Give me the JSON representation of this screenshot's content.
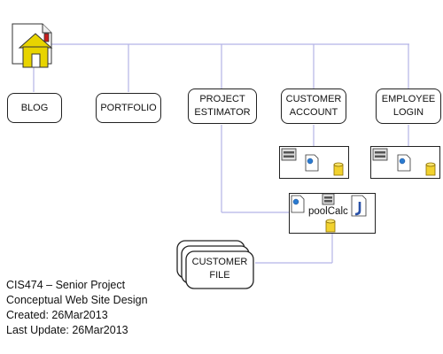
{
  "nodes": {
    "blog": "BLOG",
    "portfolio": "PORTFOLIO",
    "project_estimator": [
      "PROJECT",
      "ESTIMATOR"
    ],
    "customer_account": [
      "CUSTOMER",
      "ACCOUNT"
    ],
    "employee_login": [
      "EMPLOYEE",
      "LOGIN"
    ],
    "pool_calc": "poolCalc",
    "customer_file": [
      "CUSTOMER",
      "FILE"
    ]
  },
  "caption": {
    "line1": "CIS474 – Senior Project",
    "line2": "Conceptual Web Site Design",
    "line3": "Created: 26Mar2013",
    "line4": "Last Update: 26Mar2013"
  },
  "colors": {
    "connector": "#b4b4e6",
    "house_roof": "#e8d400",
    "house_chimney": "#c81e1e",
    "database": "#f2d22e"
  },
  "icons": [
    "home-icon",
    "server-icon",
    "web-page-icon",
    "database-icon",
    "java-icon"
  ]
}
